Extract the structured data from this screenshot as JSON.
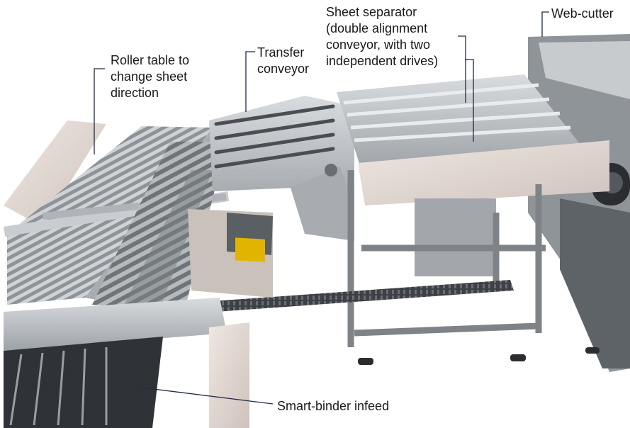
{
  "labels": {
    "roller_table": [
      "Roller table to",
      "change sheet",
      "direction"
    ],
    "transfer_conveyor": [
      "Transfer",
      "conveyor"
    ],
    "sheet_separator": [
      "Sheet separator",
      "(double alignment",
      "conveyor, with two",
      "independent drives)"
    ],
    "web_cutter": "Web-cutter",
    "smart_binder": "Smart-binder infeed"
  },
  "colors": {
    "leader_line": "#1f2a44",
    "frame_metal": "#b9bcbf",
    "cover_panel": "#e6dcd6",
    "control_screen": "#e0b400"
  }
}
